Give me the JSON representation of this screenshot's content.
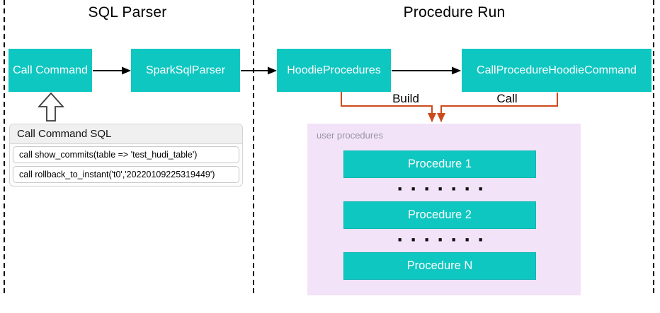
{
  "sections": {
    "sql_parser": {
      "title": "SQL Parser"
    },
    "procedure_run": {
      "title": "Procedure Run"
    }
  },
  "nodes": {
    "call_command": {
      "label": "Call Command"
    },
    "spark_sql_parser": {
      "label": "SparkSqlParser"
    },
    "hoodie_procedures": {
      "label": "HoodieProcedures"
    },
    "call_procedure_hoodie_command": {
      "label": "CallProcedureHoodieCommand"
    }
  },
  "connectors": {
    "build_label": "Build",
    "call_label": "Call"
  },
  "sql_panel": {
    "title": "Call Command SQL",
    "rows": [
      "call show_commits(table => 'test_hudi_table')",
      "call rollback_to_instant('t0','20220109225319449')"
    ]
  },
  "user_procedures": {
    "label": "user procedures",
    "items": [
      "Procedure 1",
      "Procedure 2",
      "Procedure N"
    ],
    "dots": "·······"
  },
  "colors": {
    "teal": "#0fc7c1",
    "orange": "#cd4a1d",
    "lavender": "#f2e3f8"
  }
}
